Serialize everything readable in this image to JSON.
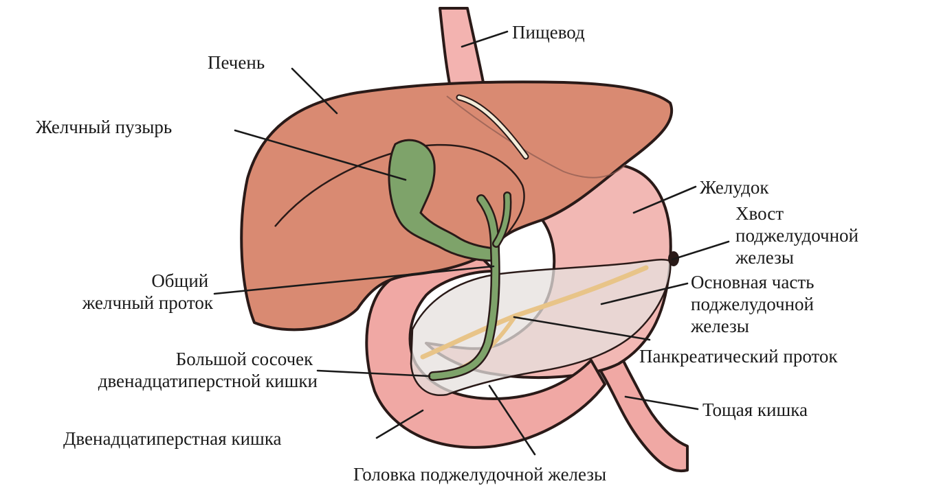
{
  "labels": {
    "esophagus": "Пищевод",
    "liver": "Печень",
    "gallbladder": "Желчный пузырь",
    "stomach": "Желудок",
    "pancreas_tail": [
      "Хвост",
      "поджелудочной",
      "железы"
    ],
    "common_bile_duct": [
      "Общий",
      "желчный проток"
    ],
    "pancreas_body": [
      "Основная часть",
      "поджелудочной",
      "железы"
    ],
    "major_papilla": [
      "Большой сосочек",
      "двенадцатиперстной кишки"
    ],
    "pancreatic_duct": "Панкреатический проток",
    "jejunum": "Тощая кишка",
    "duodenum": "Двенадцатиперстная кишка",
    "pancreas_head": "Головка поджелудочной железы"
  },
  "colors": {
    "liver": "#d98a72",
    "liver_shadow": "#c97a64",
    "stomach": "#f2b8b4",
    "duodenum": "#f0a8a4",
    "esophagus": "#f3b3b0",
    "gallbladder": "#7ea36a",
    "pancreas": "#e9d7d2",
    "pancreatic_duct": "#f0cf94",
    "outline": "#2a1a18"
  }
}
